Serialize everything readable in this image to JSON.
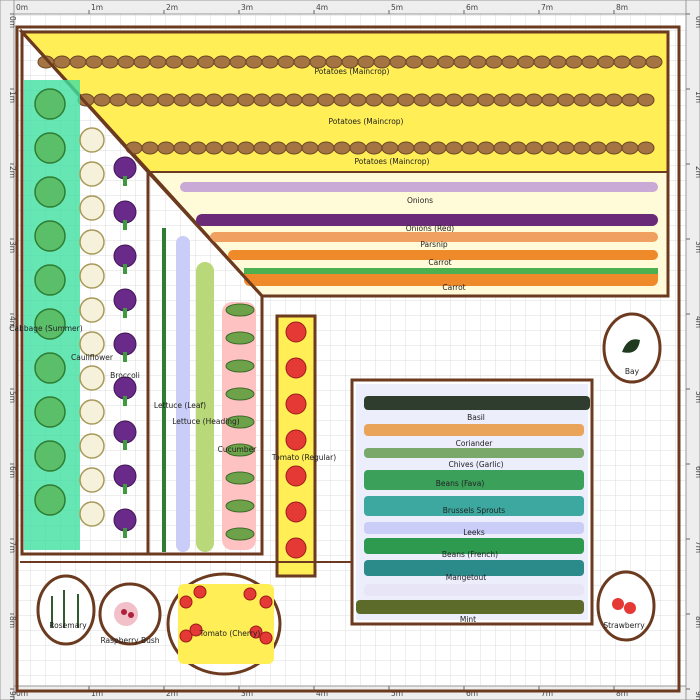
{
  "ruler": {
    "labels": [
      "0m",
      "1m",
      "2m",
      "3m",
      "4m",
      "5m",
      "6m",
      "7m",
      "8m",
      "9m"
    ]
  },
  "plants": {
    "potatoes": "Potatoes (Maincrop)",
    "onions": "Onions",
    "onions_red": "Onions (Red)",
    "parsnip": "Parsnip",
    "carrot": "Carrot",
    "cabbage": "Cabbage (Summer)",
    "cauliflower": "Cauliflower",
    "broccoli": "Broccoli",
    "lettuce_leaf": "Lettuce (Leaf)",
    "lettuce_head": "Lettuce (Heading)",
    "cucumber": "Cucumber",
    "tomato_regular": "Tomato (Regular)",
    "bay": "Bay",
    "basil": "Basil",
    "coriander": "Coriander",
    "chives_garlic": "Chives (Garlic)",
    "beans_fava": "Beans (Fava)",
    "brussels": "Brussels Sprouts",
    "leeks": "Leeks",
    "beans_french": "Beans (French)",
    "mangetout": "Mangetout",
    "mint": "Mint",
    "rosemary": "Rosemary",
    "raspberry": "Raspberry Bush",
    "tomato_cherry": "Tomato (Cherry)",
    "strawberry": "Strawberry"
  },
  "colors": {
    "bed_border": "#6b3a1f",
    "potato_bg": "#ffee55",
    "brassica_bg": "#3fe0a0",
    "lettuce_bg": "#c9cdf7",
    "cucumber_bg": "#ffc2c2",
    "tomato_bg": "#ffee55",
    "herb_bg": "#c9cdf7",
    "grid": "#dddddd"
  }
}
